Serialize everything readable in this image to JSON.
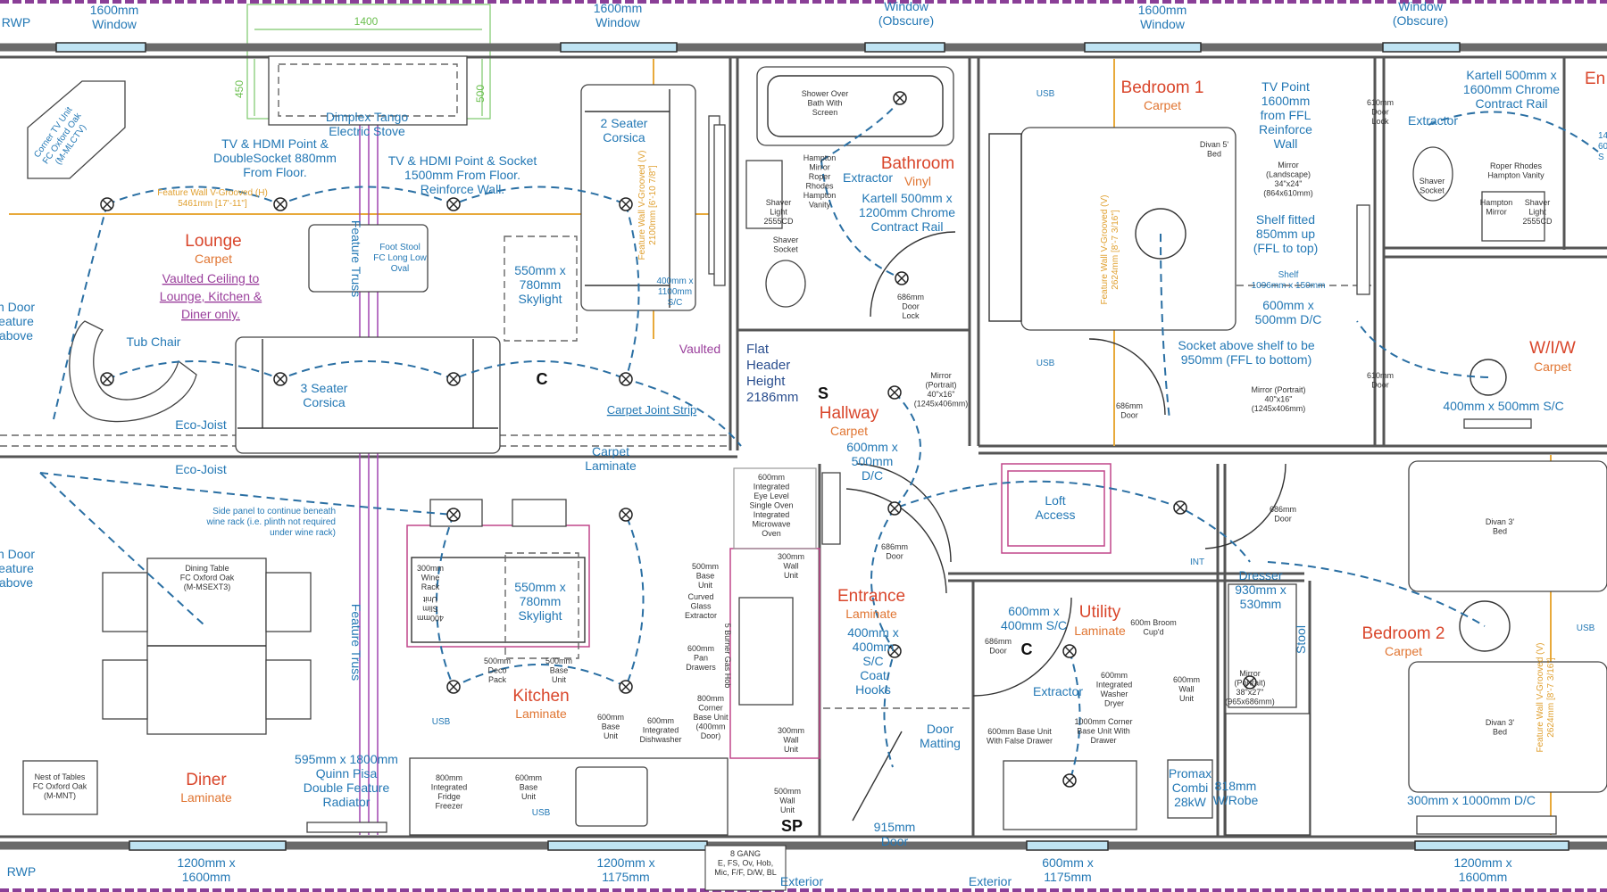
{
  "rooms": {
    "lounge": {
      "name": "Lounge",
      "floor": "Carpet"
    },
    "diner": {
      "name": "Diner",
      "floor": "Laminate"
    },
    "kitchen": {
      "name": "Kitchen",
      "floor": "Laminate"
    },
    "bathroom": {
      "name": "Bathroom",
      "floor": "Vinyl"
    },
    "hallway": {
      "name": "Hallway",
      "floor": "Carpet"
    },
    "entrance": {
      "name": "Entrance",
      "floor": "Laminate"
    },
    "utility": {
      "name": "Utility",
      "floor": "Laminate"
    },
    "bedroom1": {
      "name": "Bedroom 1",
      "floor": "Carpet"
    },
    "bedroom2": {
      "name": "Bedroom 2",
      "floor": "Carpet"
    },
    "wiw": {
      "name": "W/I/W",
      "floor": "Carpet"
    },
    "ensuite": {
      "name": "En"
    }
  },
  "windows": {
    "top1": [
      "1600mm",
      "Window"
    ],
    "top2": [
      "1600mm",
      "Window"
    ],
    "top3": [
      "Window",
      "(Obscure)"
    ],
    "top4": [
      "1600mm",
      "Window"
    ],
    "top5": [
      "Window",
      "(Obscure)"
    ],
    "bottom1": [
      "1200mm x",
      "1600mm"
    ],
    "bottom2": [
      "1200mm x",
      "1175mm"
    ],
    "bottom3": [
      "600mm x",
      "1175mm"
    ],
    "bottom4": [
      "1200mm x",
      "1600mm"
    ]
  },
  "labels": {
    "rwp_top": "RWP",
    "rwp_bottom": "RWP",
    "dim_1400": "1400",
    "dim_450": "450",
    "dim_500": "500",
    "exterior_1": "Exterior",
    "exterior_2": "Exterior",
    "gang": [
      "8 GANG",
      "E, FS, Ov, Hob,",
      "Mic, F/F, D/W, BL"
    ],
    "int": "INT",
    "c_symbol_1": "C",
    "c_symbol_2": "C",
    "s_symbol": "S",
    "sp_symbol": "SP"
  },
  "notes": {
    "corner_tv": [
      "Corner TV Unit",
      "FC Oxford Oak",
      "(M-MLCTV)"
    ],
    "stove": [
      "Dimplex Tango",
      "Electric Stove"
    ],
    "tv_hdmi_1": [
      "TV & HDMI Point &",
      "DoubleSocket 880mm",
      "From Floor."
    ],
    "tv_hdmi_2": [
      "TV & HDMI Point & Socket",
      "1500mm From Floor.",
      "Reinforce Wall."
    ],
    "feature_wall_h": [
      "Feature Wall V-Grooved (H)",
      "5461mm [17'-11\"]"
    ],
    "feature_truss_1": "Feature Truss",
    "feature_truss_2": "Feature Truss",
    "foot_stool": [
      "Foot Stool",
      "FC Long Low",
      "Oval"
    ],
    "two_seater": [
      "2 Seater",
      "Corsica"
    ],
    "feature_wall_v_lounge": [
      "Feature Wall V-Grooved (V)",
      "2100mm [6'-10 7/8\"]"
    ],
    "skylight_1": [
      "550mm x",
      "780mm",
      "Skylight"
    ],
    "sc_400x1100": [
      "400mm x",
      "1100mm",
      "S/C"
    ],
    "vaulted_ceiling": [
      "Vaulted Ceiling to",
      "Lounge, Kitchen &",
      "Diner only."
    ],
    "tub_chair": "Tub Chair",
    "three_seater": [
      "3 Seater",
      "Corsica"
    ],
    "vaulted": "Vaulted",
    "carpet_joint": "Carpet Joint Strip",
    "eco_joist_1": "Eco-Joist",
    "eco_joist_2": "Eco-Joist",
    "carpet_laminate": [
      "Carpet",
      "Laminate"
    ],
    "door_feature_1": [
      "n Door",
      "eature",
      "above"
    ],
    "door_feature_2": [
      "n Door",
      "eature",
      "above"
    ],
    "side_panel": [
      "Side panel to continue beneath",
      "wine rack (i.e. plinth not required",
      "under wine rack)"
    ],
    "dining_table": [
      "Dining Table",
      "FC Oxford Oak",
      "(M-MSEXT3)"
    ],
    "nest_tables": [
      "Nest of Tables",
      "FC Oxford Oak",
      "(M-MNT)"
    ],
    "radiator": [
      "595mm x 1800mm",
      "Quinn Pisa",
      "Double Feature",
      "Radiator"
    ],
    "usb_kitchen_1": "USB",
    "usb_kitchen_2": "USB",
    "skylight_2": [
      "550mm x",
      "780mm",
      "Skylight"
    ],
    "wine_rack": [
      "300mm",
      "Wine",
      "Rack"
    ],
    "slim_unit": [
      "400mm",
      "Slim",
      "Unit"
    ],
    "deco_pack": [
      "500mm",
      "Deco",
      "Pack"
    ],
    "base_unit_500_island": [
      "500mm",
      "Base",
      "Unit"
    ],
    "fridge_freezer": [
      "800mm",
      "Integrated",
      "Fridge",
      "Freezer"
    ],
    "base_unit_600_a": [
      "600mm",
      "Base",
      "Unit"
    ],
    "base_unit_600_b": [
      "600mm",
      "Base",
      "Unit"
    ],
    "dishwasher": [
      "600mm",
      "Integrated",
      "Dishwasher"
    ],
    "corner_base": [
      "800mm",
      "Corner",
      "Base Unit",
      "(400mm",
      "Door)"
    ],
    "base_unit_500": [
      "500mm",
      "Base",
      "Unit"
    ],
    "extractor_glass": [
      "Curved",
      "Glass",
      "Extractor"
    ],
    "pan_drawers": [
      "600mm",
      "Pan",
      "Drawers"
    ],
    "gas_hob": "5 Burner Gas Hob",
    "oven": [
      "600mm",
      "Integrated",
      "Eye Level",
      "Single Oven",
      "Integrated",
      "Microwave",
      "Oven"
    ],
    "wall_unit_300_a": [
      "300mm",
      "Wall",
      "Unit"
    ],
    "wall_unit_300_b": [
      "300mm",
      "Wall",
      "Unit"
    ],
    "wall_unit_500": [
      "500mm",
      "Wall",
      "Unit"
    ],
    "shower_bath": [
      "Shower Over",
      "Bath With",
      "Screen"
    ],
    "bath_extractor": "Extractor",
    "kartell_1200": [
      "Kartell 500mm x",
      "1200mm Chrome",
      "Contract Rail"
    ],
    "hampton_1": [
      "Hampton",
      "Mirror",
      "Roper",
      "Rhodes",
      "Hampton",
      "Vanity"
    ],
    "shaver_light_1": [
      "Shaver",
      "Light",
      "2555CD"
    ],
    "shaver_socket_1": [
      "Shaver",
      "Socket"
    ],
    "bath_door": [
      "686mm",
      "Door",
      "Lock"
    ],
    "flat_header": [
      "Flat",
      "Header",
      "Height",
      "2186mm"
    ],
    "mirror_hall": [
      "Mirror",
      "(Portrait)",
      "40\"x16\"",
      "(1245x406mm)"
    ],
    "dc_600x500": [
      "600mm x",
      "500mm",
      "D/C"
    ],
    "entrance_door": [
      "686mm",
      "Door"
    ],
    "coat_hooks": [
      "400mm x",
      "400mm",
      "S/C",
      "Coat",
      "Hooks"
    ],
    "door_matting": [
      "Door",
      "Matting"
    ],
    "front_door": [
      "915mm",
      "Door"
    ],
    "loft_access": [
      "Loft",
      "Access"
    ],
    "utility_sc": [
      "600mm x",
      "400mm S/C"
    ],
    "utility_door": [
      "686mm",
      "Door"
    ],
    "utility_extractor": "Extractor",
    "false_drawer": [
      "600mm Base Unit",
      "With False Drawer"
    ],
    "corner_1000": [
      "1000mm Corner",
      "Base Unit With",
      "Drawer"
    ],
    "washer": [
      "600mm",
      "Integrated",
      "Washer",
      "Dryer"
    ],
    "broom": [
      "600m Broom",
      "Cup'd"
    ],
    "wall_unit_600": [
      "600mm",
      "Wall",
      "Unit"
    ],
    "boiler": [
      "Promax",
      "Combi",
      "28kW"
    ],
    "wrobe": [
      "818mm",
      "W/Robe"
    ],
    "dresser": [
      "Dresser",
      "930mm x",
      "530mm"
    ],
    "mirror_b2": [
      "Mirror",
      "(Portrait)",
      "38\"x27\"",
      "(965x686mm)"
    ],
    "stool": "Stool",
    "b2_door": [
      "686mm",
      "Door"
    ],
    "usb_b1_1": "USB",
    "usb_b1_2": "USB",
    "divan_5": [
      "Divan 5'",
      "Bed"
    ],
    "feature_wall_b1": [
      "Feature Wall V-Grooved (V)",
      "2624mm [8'-7 3/16\"]"
    ],
    "b1_door": [
      "686mm",
      "Door"
    ],
    "tv_point": [
      "TV Point",
      "1600mm",
      "from FFL",
      "Reinforce",
      "Wall"
    ],
    "mirror_landscape": [
      "Mirror",
      "(Landscape)",
      "34\"x24\"",
      "(864x610mm)"
    ],
    "shelf_fitted": [
      "Shelf fitted",
      "850mm up",
      "(FFL to top)"
    ],
    "shelf": [
      "Shelf",
      "1096mm x 150mm"
    ],
    "dc_b1": [
      "600mm x",
      "500mm D/C"
    ],
    "socket_shelf": [
      "Socket above shelf to be",
      "950mm (FFL to bottom)"
    ],
    "mirror_b1": [
      "Mirror (Portrait)",
      "40\"x16\"",
      "(1245x406mm)"
    ],
    "ensuite_door": [
      "610mm",
      "Door",
      "Lock"
    ],
    "wiw_door": [
      "610mm",
      "Door"
    ],
    "ensuite_extractor": "Extractor",
    "kartell_1600": [
      "Kartell 500mm x",
      "1600mm Chrome",
      "Contract Rail"
    ],
    "roper_vanity": [
      "Roper Rhodes",
      "Hampton Vanity"
    ],
    "shaver_socket_2": [
      "Shaver",
      "Socket"
    ],
    "hampton_mirror_2": [
      "Hampton",
      "Mirror"
    ],
    "shaver_light_2": [
      "Shaver",
      "Light",
      "2555CD"
    ],
    "wiw_sc": "400mm x 500mm S/C",
    "divan_3_a": [
      "Divan 3'",
      "Bed"
    ],
    "divan_3_b": [
      "Divan 3'",
      "Bed"
    ],
    "feature_wall_b2": [
      "Feature Wall V-Grooved (V)",
      "2624mm [8'-7 3/16\"]"
    ],
    "usb_b2": "USB",
    "dc_b2": "300mm x 1000mm D/C",
    "ensuite_partial": [
      "14",
      "60",
      "S"
    ]
  },
  "colors": {
    "room_name": "#d9462b",
    "floor_type": "#e07532",
    "annotation": "#2378b5",
    "feature_wall": "#e8a93a",
    "truss": "#a045b0",
    "window_glass": "#bfe3f2",
    "lighting_circuit": "#2a6fa3"
  }
}
